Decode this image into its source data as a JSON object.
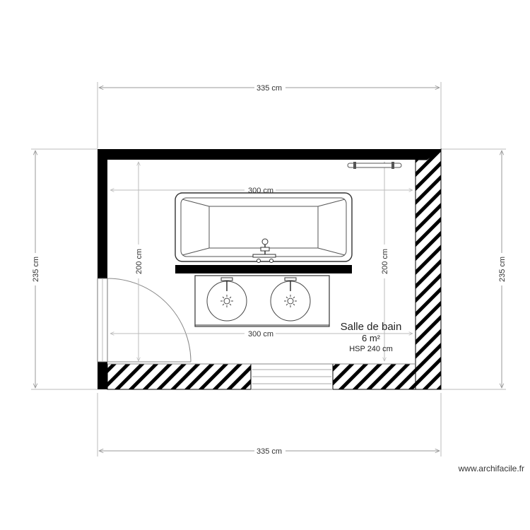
{
  "dimensions": {
    "top_width": "335 cm",
    "bottom_width": "335 cm",
    "left_height": "235 cm",
    "right_height": "235 cm",
    "inner_top_width": "300 cm",
    "inner_bottom_width": "300 cm",
    "inner_left_height": "200 cm",
    "inner_right_height": "200 cm"
  },
  "room": {
    "name": "Salle de bain",
    "area": "6 m²",
    "ceiling_height": "HSP 240 cm"
  },
  "watermark": "www.archifacile.fr",
  "colors": {
    "wall": "#000000",
    "dimension_line": "#999999",
    "inner_dimension_line": "#bbbbbb",
    "fixture_outline": "#444444"
  },
  "icons": [
    "bathtub-icon",
    "double-sink-icon",
    "towel-rail-icon",
    "door-swing-icon"
  ]
}
